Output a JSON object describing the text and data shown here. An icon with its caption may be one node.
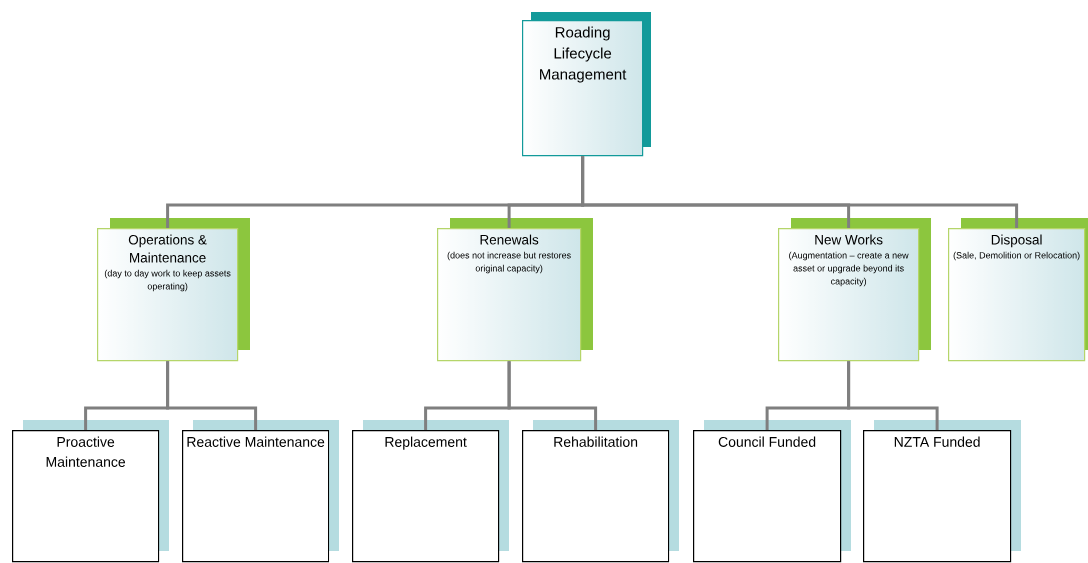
{
  "diagram": {
    "nodes": [
      {
        "text": [
          "Roading Lifecycle Management"
        ]
      },
      {
        "text": [
          "Operations & Maintenance",
          "(day to day work to keep assets operating)"
        ]
      },
      {
        "text": [
          "Renewals",
          "(does not increase but restores original capacity)"
        ]
      },
      {
        "text": [
          "New Works",
          "(Augmentation – create a new asset or upgrade beyond its capacity)"
        ]
      },
      {
        "text": [
          "Disposal",
          "(Sale, Demolition or Relocation)"
        ]
      },
      {
        "text": [
          "Proactive Maintenance"
        ]
      },
      {
        "text": [
          "Reactive Maintenance"
        ]
      },
      {
        "text": [
          "Replacement"
        ]
      },
      {
        "text": [
          "Rehabilitation"
        ]
      },
      {
        "text": [
          "Council Funded"
        ]
      },
      {
        "text": [
          "NZTA Funded"
        ]
      }
    ],
    "edges": [
      {
        "from": 0,
        "to": 1,
        "arrow": "none"
      },
      {
        "from": 0,
        "to": 2,
        "arrow": "none"
      },
      {
        "from": 0,
        "to": 3,
        "arrow": "none"
      },
      {
        "from": 0,
        "to": 4,
        "arrow": "none"
      },
      {
        "from": 1,
        "to": 5,
        "arrow": "none"
      },
      {
        "from": 1,
        "to": 6,
        "arrow": "none"
      },
      {
        "from": 2,
        "to": 7,
        "arrow": "none"
      },
      {
        "from": 2,
        "to": 8,
        "arrow": "none"
      },
      {
        "from": 3,
        "to": 9,
        "arrow": "none"
      },
      {
        "from": 3,
        "to": 10,
        "arrow": "none"
      }
    ]
  }
}
